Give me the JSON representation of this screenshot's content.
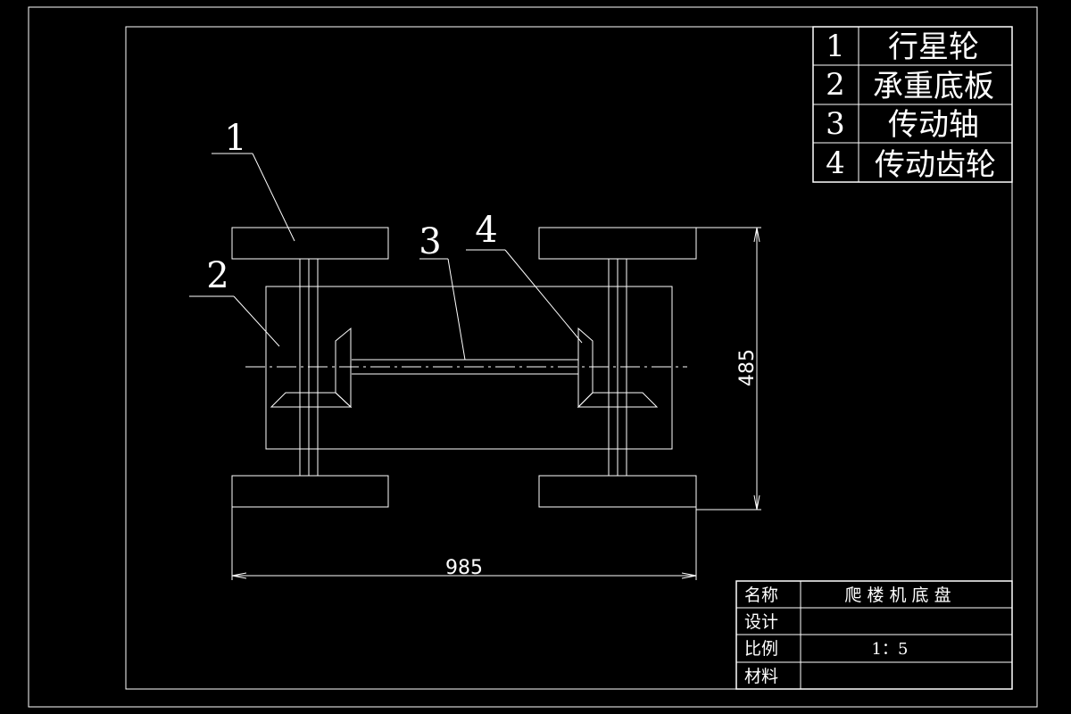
{
  "parts_list": [
    {
      "num": "1",
      "name": "行星轮"
    },
    {
      "num": "2",
      "name": "承重底板"
    },
    {
      "num": "3",
      "name": "传动轴"
    },
    {
      "num": "4",
      "name": "传动齿轮"
    }
  ],
  "callouts": [
    "1",
    "2",
    "3",
    "4"
  ],
  "dimensions": {
    "width": "985",
    "height": "485"
  },
  "title_block": {
    "name_label": "名称",
    "name_value": "爬 楼 机 底 盘",
    "design_label": "设计",
    "design_value": "",
    "scale_label": "比例",
    "scale_value": "1：5",
    "material_label": "材料",
    "material_value": ""
  },
  "colors": {
    "background": "#000000",
    "lines": "#ffffff"
  }
}
